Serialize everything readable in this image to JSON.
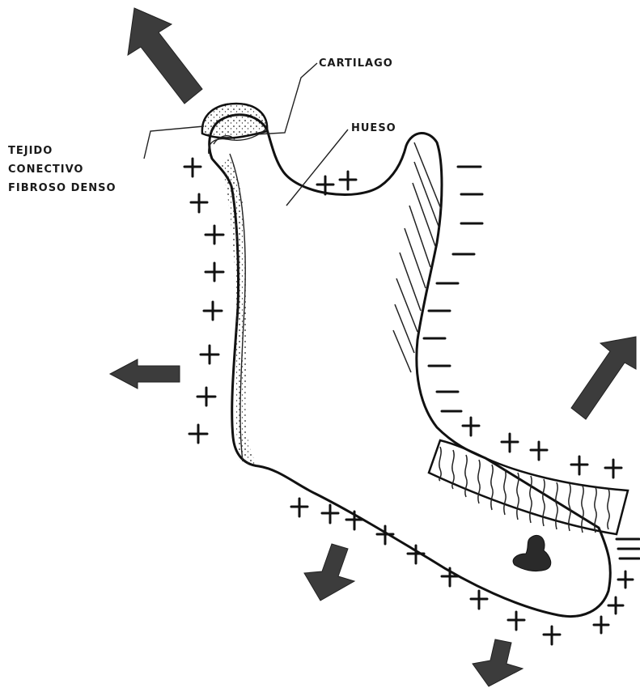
{
  "labels": {
    "cartilage": "CARTILAGO",
    "bone": "HUESO",
    "tissue_line1": "TEJIDO",
    "tissue_line2": "CONECTIVO",
    "tissue_line3": "FIBROSO DENSO"
  },
  "symbols": {
    "deposition": "+",
    "resorption": "−"
  },
  "colors": {
    "ink": "#111111",
    "arrow": "#3c3c3c",
    "background": "#ffffff"
  }
}
